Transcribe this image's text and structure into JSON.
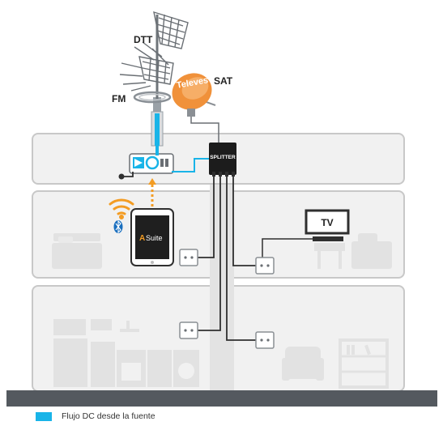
{
  "labels": {
    "dtt": "DTT",
    "fm": "FM",
    "sat": "SAT",
    "televes": "Televes",
    "splitter": "SPLITTER",
    "tv": "TV",
    "asuite_a": "A",
    "asuite_rest": "Suite"
  },
  "legend": {
    "label": "Flujo DC desde la fuente",
    "color": "#19b4e8"
  },
  "colors": {
    "floor_fill": "#f1f1f1",
    "floor_stroke": "#c8c8c8",
    "furniture": "#e2e2e2",
    "ground": "#54595f",
    "dish": "#f0913a",
    "cable": "#2f2f2f",
    "dc_flow": "#19b4e8",
    "wifi": "#f39c23"
  }
}
